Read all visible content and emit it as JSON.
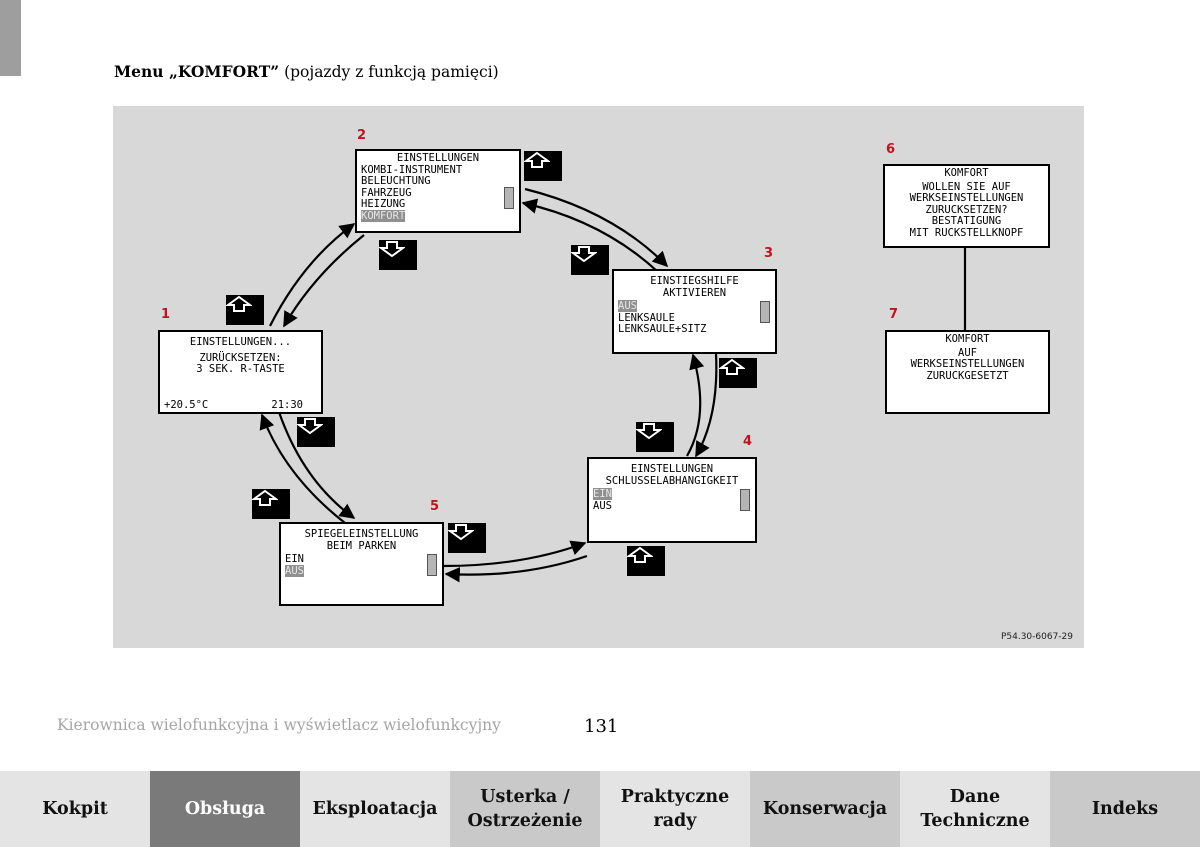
{
  "heading": {
    "bold": "Menu „KOMFORT”",
    "rest": " (pojazdy z funkcją pamięci)"
  },
  "screens": {
    "s1": {
      "number": "1",
      "lines": [
        "EINSTELLUNGEN...",
        "ZURÜCKSETZEN:",
        "3 SEK. R-TASTE"
      ],
      "temperature": "+20.5°C",
      "time": "21:30"
    },
    "s2": {
      "number": "2",
      "title": "EINSTELLUNGEN",
      "items": [
        "KOMBI-INSTRUMENT",
        "BELEUCHTUNG",
        "FAHRZEUG",
        "HEIZUNG"
      ],
      "selected": "KOMFORT"
    },
    "s3": {
      "number": "3",
      "title": [
        "EINSTIEGSHILFE",
        "AKTIVIEREN"
      ],
      "selected": "AUS",
      "items": [
        "LENKSAULE",
        "LENKSAULE+SITZ"
      ]
    },
    "s4": {
      "number": "4",
      "title": [
        "EINSTELLUNGEN",
        "SCHLUSSELABHANGIGKEIT"
      ],
      "selected": "EIN",
      "items": [
        "AUS"
      ]
    },
    "s5": {
      "number": "5",
      "title": [
        "SPIEGELEINSTELLUNG",
        "BEIM PARKEN"
      ],
      "items": [
        "EIN"
      ],
      "selected": "AUS"
    },
    "s6": {
      "number": "6",
      "lines": [
        "KOMFORT",
        "WOLLEN SIE AUF",
        "WERKSEINSTELLUNGEN",
        "ZURUCKSETZEN?",
        "BESTATIGUNG",
        "MIT RUCKSTELLKNOPF"
      ]
    },
    "s7": {
      "number": "7",
      "lines": [
        "KOMFORT",
        "AUF",
        "WERKSEINSTELLUNGEN",
        "ZURUCKGESETZT"
      ]
    }
  },
  "figure_code": "P54.30-6067-29",
  "footer": {
    "title": "Kierownica wielofunkcyjna i wyświetlacz wielofunkcyjny",
    "page": "131"
  },
  "nav": {
    "tabs": [
      {
        "label": "Kokpit",
        "bg": "#e4e4e4"
      },
      {
        "label": "Obsługa",
        "bg": "#7a7a7a",
        "active": true
      },
      {
        "label": "Eksploatacja",
        "bg": "#e4e4e4"
      },
      {
        "label": "Usterka / Ostrzeżenie",
        "bg": "#c9c9c9"
      },
      {
        "label": "Praktyczne rady",
        "bg": "#e4e4e4"
      },
      {
        "label": "Konserwacja",
        "bg": "#c9c9c9"
      },
      {
        "label": "Dane Techniczne",
        "bg": "#e4e4e4"
      },
      {
        "label": "Indeks",
        "bg": "#c9c9c9"
      }
    ]
  },
  "icons": {
    "up": "up-arrow-button-icon",
    "down": "down-arrow-button-icon"
  }
}
